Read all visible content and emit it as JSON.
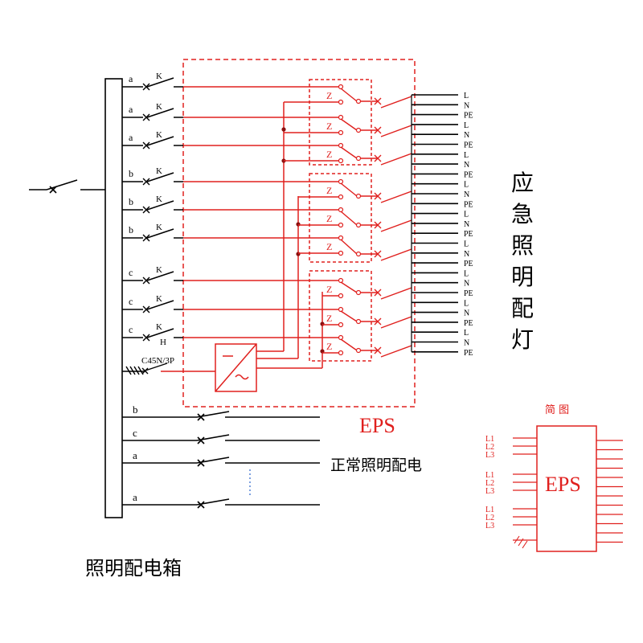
{
  "colors": {
    "line_black": "#000000",
    "line_red": "#e0201e"
  },
  "branches": [
    {
      "phase": "a",
      "switch": "K"
    },
    {
      "phase": "a",
      "switch": "K"
    },
    {
      "phase": "a",
      "switch": "K"
    },
    {
      "phase": "b",
      "switch": "K"
    },
    {
      "phase": "b",
      "switch": "K"
    },
    {
      "phase": "b",
      "switch": "K"
    },
    {
      "phase": "c",
      "switch": "K"
    },
    {
      "phase": "c",
      "switch": "K"
    },
    {
      "phase": "c",
      "switch": "K"
    }
  ],
  "h_label": "H",
  "breaker_label": "C45N/3P",
  "transfer_label": "Z",
  "output_labels": [
    "L",
    "N",
    "PE",
    "L",
    "N",
    "PE",
    "L",
    "N",
    "PE",
    "L",
    "N",
    "PE",
    "L",
    "N",
    "PE",
    "L",
    "N",
    "PE",
    "L",
    "N",
    "PE",
    "L",
    "N",
    "PE",
    "L",
    "N",
    "PE"
  ],
  "emergency_title": "应急照明配灯",
  "eps_label": "EPS",
  "normal_branches": [
    "b",
    "c",
    "a",
    "a"
  ],
  "normal_label": "正常照明配电",
  "box_label": "照明配电箱",
  "simple": {
    "title": "简 图",
    "input_labels": [
      "L1",
      "L2",
      "L3",
      "L1",
      "L2",
      "L3",
      "L1",
      "L2",
      "L3"
    ],
    "eps_label": "EPS"
  }
}
